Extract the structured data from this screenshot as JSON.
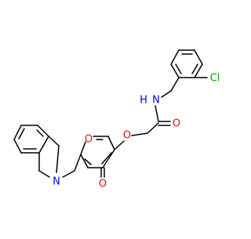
{
  "molecule": {
    "atom_labels": {
      "chlorine": "Cl",
      "amide_nitrogen": "N",
      "amide_hydrogen": "H",
      "amide_carbonyl_oxygen": "O",
      "ether_oxygen": "O",
      "pyranone_ring_oxygen": "O",
      "pyranone_carbonyl_oxygen": "O",
      "amine_nitrogen": "N"
    },
    "colors": {
      "bond": "#000000",
      "chlorine": "#00a000",
      "nitrogen": "#0000ff",
      "oxygen": "#ff0000"
    }
  }
}
